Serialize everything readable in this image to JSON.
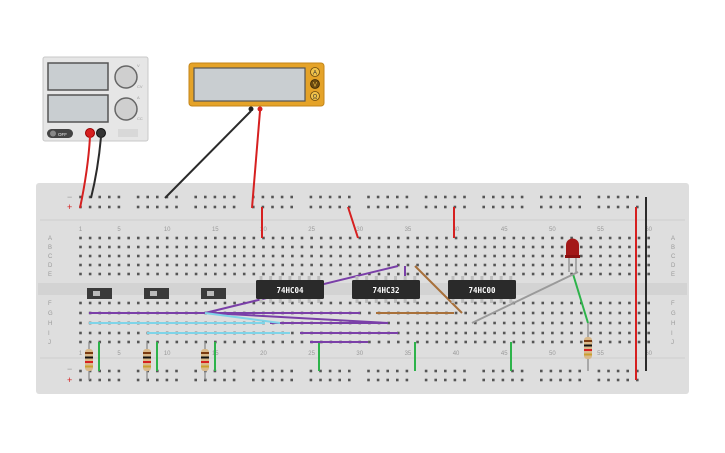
{
  "power_supply": {
    "off_button_label": "OFF",
    "knob_top_labels": [
      "V",
      "CV"
    ],
    "knob_bottom_labels": [
      "A",
      "CC"
    ]
  },
  "multimeter": {
    "mode_buttons": [
      "A",
      "V",
      "Ω"
    ],
    "display_value": "",
    "body_color": "#e5a328"
  },
  "breadboard": {
    "row_labels": [
      "A",
      "B",
      "C",
      "D",
      "E",
      "F",
      "G",
      "H",
      "I",
      "J"
    ],
    "column_numbers": [
      "1",
      "5",
      "10",
      "15",
      "20",
      "25",
      "30",
      "35",
      "40",
      "45",
      "50",
      "55",
      "60"
    ],
    "rail_plus": "+",
    "rail_minus": "−"
  },
  "chips": [
    {
      "label": "74HC04"
    },
    {
      "label": "74HC32"
    },
    {
      "label": "74HC00"
    }
  ],
  "switches": [
    {
      "name": "switch-1"
    },
    {
      "name": "switch-2"
    },
    {
      "name": "switch-3"
    }
  ],
  "colors": {
    "wire_red": "#d62020",
    "wire_black": "#2b2b2b",
    "wire_green": "#2db34a",
    "wire_purple": "#7a3fa8",
    "wire_cyan": "#7fd4e8",
    "wire_brown": "#a8703a",
    "wire_gray": "#9a9a9a",
    "led_red": "#a31818",
    "chip_body": "#2a2a2a"
  }
}
